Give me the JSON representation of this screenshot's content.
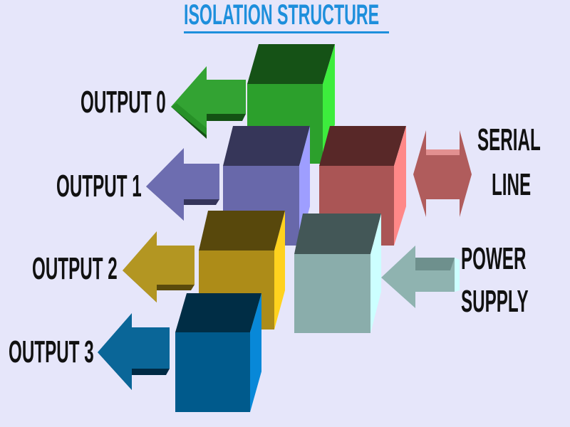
{
  "title": "ISOLATION STRUCTURE",
  "labels": {
    "output0": "OUTPUT 0",
    "output1": "OUTPUT 1",
    "output2": "OUTPUT 2",
    "output3": "OUTPUT 3",
    "serial_line_1": "SERIAL",
    "serial_line_2": "LINE",
    "power_supply_1": "POWER",
    "power_supply_2": "SUPPLY"
  },
  "colors": {
    "background": "#e6e6fa",
    "title": "#1e8fdc",
    "output0": "#2ca02c",
    "output1": "#6868aa",
    "output2": "#b08e18",
    "output3": "#005a8c",
    "serial": "#aa5555",
    "power": "#8aacaa"
  }
}
